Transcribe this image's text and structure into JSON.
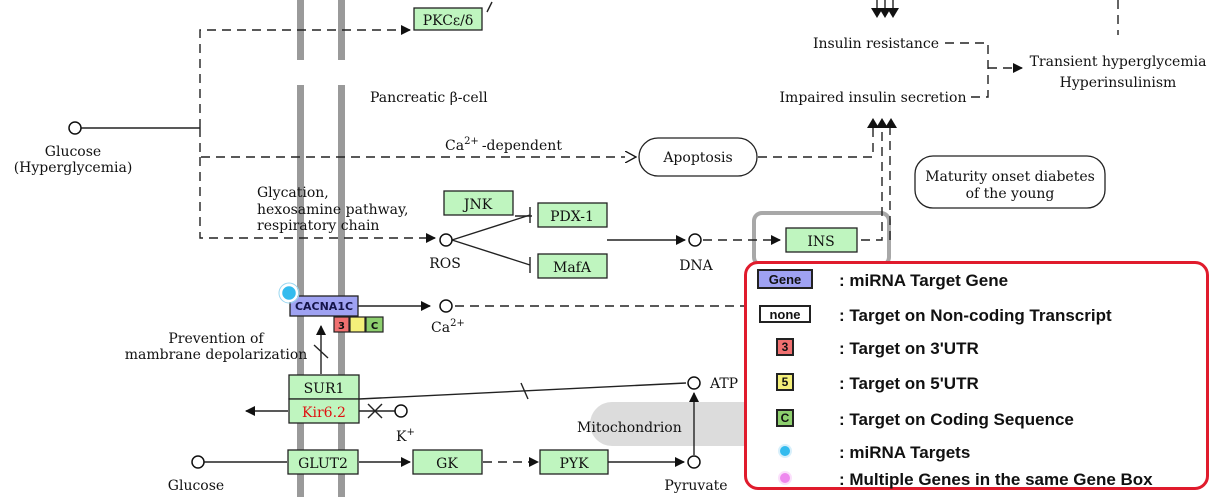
{
  "colors": {
    "gene_fill": "#bff5bf",
    "mirna_gene_fill": "#9fa2f2",
    "utr3": "#f07070",
    "utr5": "#f4f07a",
    "coding": "#8dcf6e",
    "mirna_dot": "#33bbee",
    "multi_dot": "#ee88ee",
    "legend_border": "#e01b2c",
    "membrane": "#9a9a9a",
    "kir_text": "#e01010"
  },
  "genes": {
    "pkce": "PKCε/δ",
    "jnk": "JNK",
    "pdx1": "PDX-1",
    "mafa": "MafA",
    "ins": "INS",
    "cacna1c": "CACNA1C",
    "sur1": "SUR1",
    "kir62": "Kir6.2",
    "glut2": "GLUT2",
    "gk": "GK",
    "pyk": "PYK"
  },
  "badges": {
    "utr3": "3",
    "coding": "C"
  },
  "labels": {
    "glucose_hyper_1": "Glucose",
    "glucose_hyper_2": "(Hyperglycemia)",
    "pancreatic_cell": "Pancreatic β-cell",
    "ca_dependent_ca": "Ca",
    "ca_dependent_sup": "2+",
    "ca_dependent_rest": "-dependent",
    "glycation_1": "Glycation,",
    "glycation_2": "hexosamine pathway,",
    "glycation_3": "respiratory chain",
    "ros": "ROS",
    "dna": "DNA",
    "ca2_ca": "Ca",
    "ca2_sup": "2+",
    "prevention_1": "Prevention of",
    "prevention_2": "mambrane depolarization",
    "k_plus": "K",
    "k_sup": "+",
    "atp": "ATP",
    "mitochondrion": "Mitochondrion",
    "glucose": "Glucose",
    "pyruvate": "Pyruvate",
    "insulin_resistance": "Insulin resistance",
    "impaired_secretion": "Impaired insulin secretion",
    "transient_1": "Transient hyperglycemia",
    "transient_2": "Hyperinsulinism"
  },
  "nodes": {
    "apoptosis": "Apoptosis",
    "mody_1": "Maturity onset diabetes",
    "mody_2": "of the young"
  },
  "legend": {
    "items": [
      {
        "symbol": "Gene",
        "text": ": miRNA Target Gene"
      },
      {
        "symbol": "none",
        "text": ": Target on Non-coding Transcript"
      },
      {
        "symbol": "3",
        "text": ": Target on 3'UTR"
      },
      {
        "symbol": "5",
        "text": ": Target on 5'UTR"
      },
      {
        "symbol": "C",
        "text": ": Target on Coding Sequence"
      },
      {
        "symbol": "",
        "text": ": miRNA Targets"
      },
      {
        "symbol": "",
        "text": ": Multiple Genes in the same Gene Box"
      }
    ]
  }
}
